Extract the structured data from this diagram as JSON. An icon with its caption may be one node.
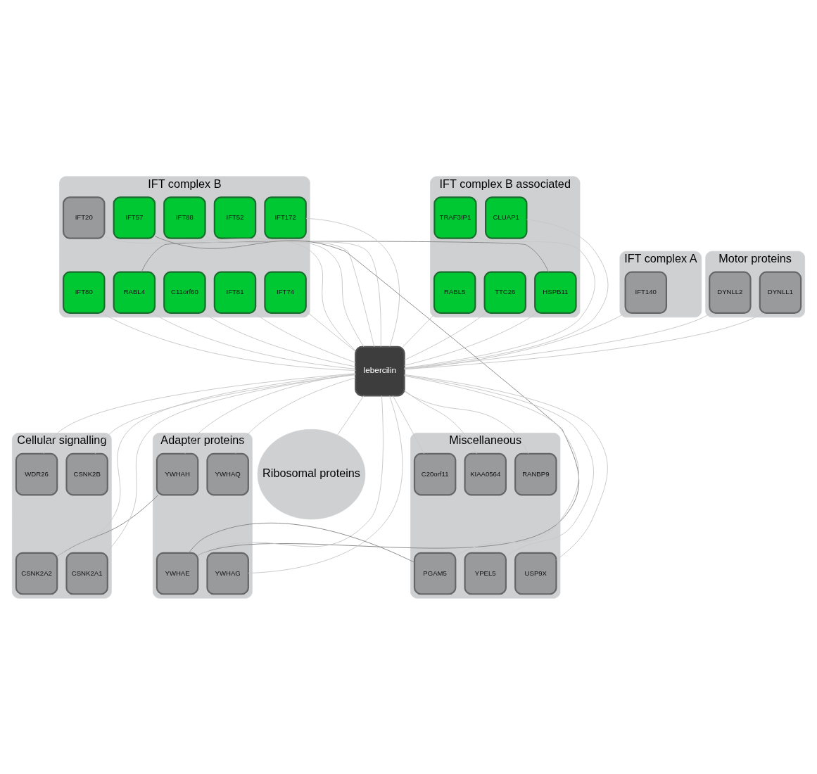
{
  "diagram": {
    "nodes": [
      {
        "text": [
          "IFT complex B associated"
        ]
      },
      {
        "text": [
          "RABL5"
        ],
        "in": 0
      },
      {
        "text": [
          "TTC26"
        ],
        "in": 0
      },
      {
        "text": [
          "HSPB11"
        ],
        "in": 0
      },
      {
        "text": [
          "TRAF3IP1"
        ],
        "in": 0
      },
      {
        "text": [
          "CLUAP1"
        ],
        "in": 0
      },
      {
        "text": [
          "IFT complex A"
        ]
      },
      {
        "text": [
          "IFT140"
        ],
        "in": 6
      },
      {
        "text": [
          "IFT complex B"
        ]
      },
      {
        "text": [
          "C11orf60"
        ],
        "in": 8
      },
      {
        "text": [
          "IFT81"
        ],
        "in": 8
      },
      {
        "text": [
          "IFT74"
        ],
        "in": 8
      },
      {
        "text": [
          "IFT80"
        ],
        "in": 8
      },
      {
        "text": [
          "RABL4"
        ],
        "in": 8
      },
      {
        "text": [
          "IFT88"
        ],
        "in": 8
      },
      {
        "text": [
          "IFT52"
        ],
        "in": 8
      },
      {
        "text": [
          "IFT172"
        ],
        "in": 8
      },
      {
        "text": [
          "IFT20"
        ],
        "in": 8
      },
      {
        "text": [
          "IFT57"
        ],
        "in": 8
      },
      {
        "text": [
          "Motor proteins"
        ]
      },
      {
        "text": [
          "DYNLL1"
        ],
        "in": 19
      },
      {
        "text": [
          "DYNLL2"
        ],
        "in": 19
      },
      {
        "text": [
          "Cellular signalling"
        ]
      },
      {
        "text": [
          "WDR26"
        ],
        "in": 22
      },
      {
        "text": [
          "CSNK2B"
        ],
        "in": 22
      },
      {
        "text": [
          "CSNK2A2"
        ],
        "in": 22
      },
      {
        "text": [
          "CSNK2A1"
        ],
        "in": 22
      },
      {
        "text": [
          "lebercilin"
        ]
      },
      {
        "text": [
          "Adapter proteins"
        ]
      },
      {
        "text": [
          "YWHAH"
        ],
        "in": 28
      },
      {
        "text": [
          "YWHAQ"
        ],
        "in": 28
      },
      {
        "text": [
          "YWHAE"
        ],
        "in": 28
      },
      {
        "text": [
          "YWHAG"
        ],
        "in": 28
      },
      {
        "text": [
          "Ribosomal proteins"
        ]
      },
      {
        "text": [
          "Miscellaneous"
        ]
      },
      {
        "text": [
          "KIAA0564"
        ],
        "in": 34
      },
      {
        "text": [
          "RANBP9"
        ],
        "in": 34
      },
      {
        "text": [
          "C20orf11"
        ],
        "in": 34
      },
      {
        "text": [
          "YPEL5"
        ],
        "in": 34
      },
      {
        "text": [
          "USP9X"
        ],
        "in": 34
      },
      {
        "text": [
          "PGAM5"
        ],
        "in": 34
      }
    ],
    "edges": [
      {
        "from": 27,
        "to": 1,
        "arrow": "none"
      },
      {
        "from": 27,
        "to": 2,
        "arrow": "none"
      },
      {
        "from": 27,
        "to": 3,
        "arrow": "none"
      },
      {
        "from": 27,
        "to": 4,
        "arrow": "none"
      },
      {
        "from": 27,
        "to": 5,
        "arrow": "none"
      },
      {
        "from": 27,
        "to": 7,
        "arrow": "none"
      },
      {
        "from": 27,
        "to": 9,
        "arrow": "none"
      },
      {
        "from": 27,
        "to": 10,
        "arrow": "none"
      },
      {
        "from": 27,
        "to": 11,
        "arrow": "none"
      },
      {
        "from": 27,
        "to": 12,
        "arrow": "none"
      },
      {
        "from": 27,
        "to": 13,
        "arrow": "none"
      },
      {
        "from": 27,
        "to": 14,
        "arrow": "none"
      },
      {
        "from": 27,
        "to": 15,
        "arrow": "none"
      },
      {
        "from": 27,
        "to": 16,
        "arrow": "none"
      },
      {
        "from": 27,
        "to": 17,
        "arrow": "none"
      },
      {
        "from": 27,
        "to": 18,
        "arrow": "none"
      },
      {
        "from": 27,
        "to": 20,
        "arrow": "none"
      },
      {
        "from": 27,
        "to": 21,
        "arrow": "none"
      },
      {
        "from": 27,
        "to": 23,
        "arrow": "none"
      },
      {
        "from": 27,
        "to": 24,
        "arrow": "none"
      },
      {
        "from": 27,
        "to": 25,
        "arrow": "none"
      },
      {
        "from": 27,
        "to": 26,
        "arrow": "none"
      },
      {
        "from": 27,
        "to": 29,
        "arrow": "none"
      },
      {
        "from": 27,
        "to": 30,
        "arrow": "none"
      },
      {
        "from": 27,
        "to": 31,
        "arrow": "none"
      },
      {
        "from": 27,
        "to": 32,
        "arrow": "none"
      },
      {
        "from": 27,
        "to": 33,
        "arrow": "none"
      },
      {
        "from": 27,
        "to": 35,
        "arrow": "none"
      },
      {
        "from": 27,
        "to": 36,
        "arrow": "none"
      },
      {
        "from": 27,
        "to": 37,
        "arrow": "none"
      },
      {
        "from": 27,
        "to": 38,
        "arrow": "none"
      },
      {
        "from": 27,
        "to": 39,
        "arrow": "none"
      },
      {
        "from": 27,
        "to": 40,
        "arrow": "none"
      },
      {
        "from": 3,
        "to": 13,
        "arrow": "none",
        "color": "#888888"
      },
      {
        "from": 18,
        "to": 31,
        "arrow": "none",
        "color": "#888888"
      },
      {
        "from": 25,
        "to": 29,
        "arrow": "none",
        "color": "#888888"
      },
      {
        "from": 40,
        "to": 31,
        "arrow": "none",
        "color": "#888888"
      }
    ]
  }
}
